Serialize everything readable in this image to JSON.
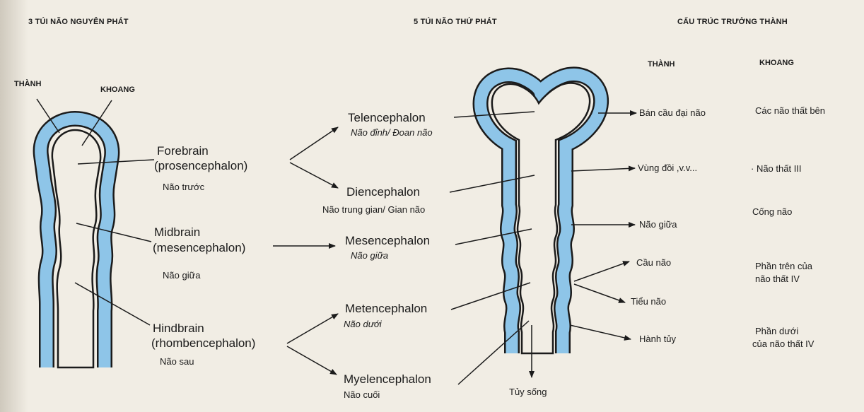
{
  "headers": {
    "primary": "3 TÚI NÃO NGUYÊN PHÁT",
    "secondary": "5 TÚI NÃO THỨ PHÁT",
    "mature": "CẤU TRÚC TRƯỞNG THÀNH",
    "wall": "THÀNH",
    "cavity": "KHOANG"
  },
  "tube_labels": {
    "wall": "THÀNH",
    "cavity": "KHOANG"
  },
  "primary_vesicles": [
    {
      "name": "Forebrain",
      "latin": "(prosencephalon)",
      "vi": "Não trước"
    },
    {
      "name": "Midbrain",
      "latin": "(mesencephalon)",
      "vi": "Não giữa"
    },
    {
      "name": "Hindbrain",
      "latin": "(rhombencephalon)",
      "vi": "Não sau"
    }
  ],
  "secondary_vesicles": [
    {
      "name": "Telencephalon",
      "vi": "Não đỉnh/ Đoan não"
    },
    {
      "name": "Diencephalon",
      "vi": "Não trung gian/ Gian não"
    },
    {
      "name": "Mesencephalon",
      "vi": "Não giữa"
    },
    {
      "name": "Metencephalon",
      "vi": "Não dưới"
    },
    {
      "name": "Myelencephalon",
      "vi": "Não cuối"
    }
  ],
  "spinal_cord": "Tủy sống",
  "mature_walls": [
    "Bán cầu đại não",
    "Vùng đồi ,v.v...",
    "Não giữa",
    "Cầu não",
    "Tiểu não",
    "Hành tủy"
  ],
  "mature_cavities": [
    "Các não thất bên",
    "· Não thất III",
    "Cống não",
    "Phần trên của",
    "não thất IV",
    "Phần dưới",
    "của não thất IV"
  ],
  "colors": {
    "tube_fill": "#8ec5e8",
    "outline": "#1b1b1b",
    "background": "#f1ede4"
  }
}
